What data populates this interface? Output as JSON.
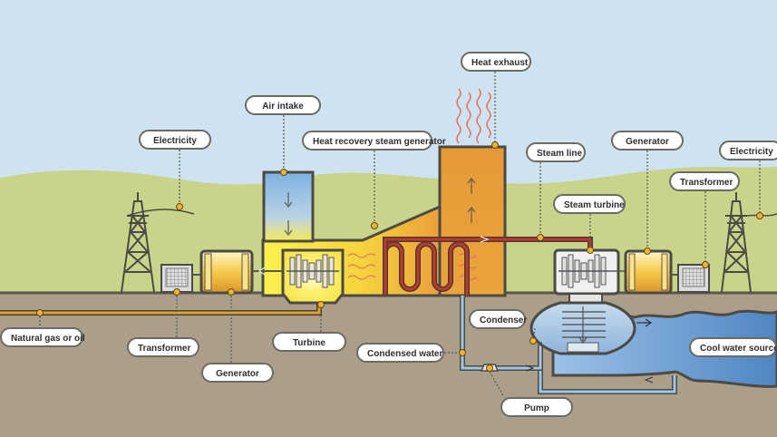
{
  "labels": {
    "heat_exhaust": "Heat exhaust",
    "air_intake": "Air intake",
    "electricity_left": "Electricity",
    "hrsg": "Heat recovery steam generator",
    "steam_line": "Steam line",
    "generator_right": "Generator",
    "electricity_right": "Electricity",
    "transformer_right": "Transformer",
    "steam_turbine": "Steam turbine",
    "condenser": "Condenser",
    "natural_gas": "Natural gas or oil",
    "transformer_left": "Transformer",
    "turbine": "Turbine",
    "generator_left": "Generator",
    "condensed_water": "Condensed water",
    "cool_water": "Cool water source",
    "pump": "Pump"
  },
  "colors": {
    "sky": "#cfe2ef",
    "hills": "#c9d48a",
    "ground": "#ab9f8b",
    "stack": "#e6a23c",
    "heat_zone": "#f7e84a",
    "steam_line": "#c0392b",
    "water": "#5b8fc9",
    "label_border": "#6b6b62"
  }
}
